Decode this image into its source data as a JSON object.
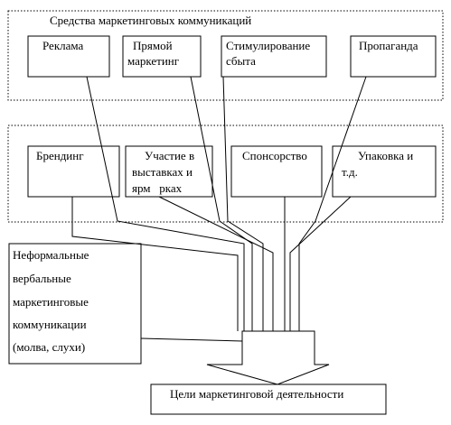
{
  "diagram": {
    "group1_title": "Средства маркетинговых коммуникаций",
    "group1_items": [
      {
        "lines": [
          "Реклама"
        ]
      },
      {
        "lines": [
          "Прямой",
          "маркетинг"
        ]
      },
      {
        "lines": [
          "Стимулирование",
          "сбыта"
        ]
      },
      {
        "lines": [
          "Пропаганда"
        ]
      }
    ],
    "group2_items": [
      {
        "lines": [
          "Брендинг"
        ]
      },
      {
        "lines": [
          "Участие в",
          "выставках и",
          "ярм   рках"
        ]
      },
      {
        "lines": [
          "Спонсорство"
        ]
      },
      {
        "lines": [
          "Упаковка и",
          "т.д."
        ]
      }
    ],
    "informal_lines": [
      "Неформальные",
      "вербальные",
      "маркетинговые",
      "коммуникации",
      "(молва, слухи)"
    ],
    "goal_label": "Цели маркетинговой деятельности"
  }
}
